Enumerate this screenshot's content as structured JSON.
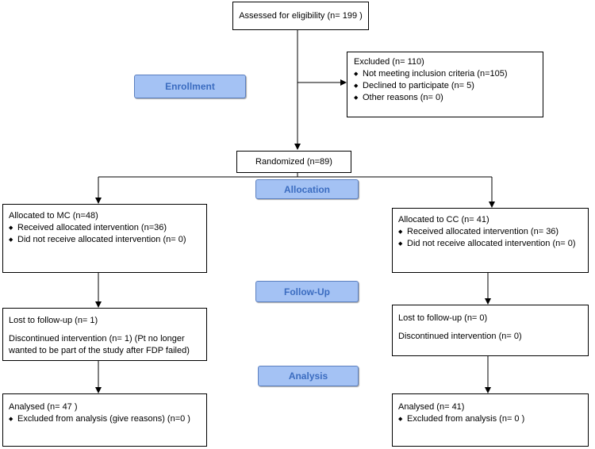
{
  "assessed": "Assessed for eligibility (n= 199 )",
  "excluded": {
    "title": "Excluded  (n= 110)",
    "items": [
      "Not meeting inclusion criteria (n=105)",
      "Declined to participate (n= 5)",
      "Other reasons (n= 0)"
    ]
  },
  "stages": {
    "enrollment": "Enrollment",
    "allocation": "Allocation",
    "followup": "Follow-Up",
    "analysis": "Analysis"
  },
  "randomized": "Randomized (n=89)",
  "left": {
    "allocated": {
      "title": "Allocated to MC (n=48)",
      "items": [
        "Received allocated intervention (n=36)",
        "Did not receive allocated intervention (n= 0)"
      ]
    },
    "followup": {
      "lost": "Lost to follow-up (n= 1)",
      "discontinued_1": "Discontinued intervention (n= 1) (Pt no longer",
      "discontinued_2": "wanted to be part of the study after FDP failed)"
    },
    "analysed": {
      "title": "Analysed  (n= 47 )",
      "items": [
        "Excluded from analysis (give reasons) (n=0 )"
      ]
    }
  },
  "right": {
    "allocated": {
      "title": "Allocated to CC (n= 41)",
      "items": [
        "Received allocated intervention (n= 36)",
        "Did not receive allocated intervention (n= 0)"
      ]
    },
    "followup": {
      "lost": "Lost to follow-up (n= 0)",
      "discontinued": "Discontinued intervention (n= 0)"
    },
    "analysed": {
      "title": "Analysed  (n= 41)",
      "items": [
        "Excluded from analysis (n= 0 )"
      ]
    }
  },
  "colors": {
    "stage_fill": "#a4c2f4",
    "stage_text": "#3b6cc0",
    "line": "#000000"
  }
}
